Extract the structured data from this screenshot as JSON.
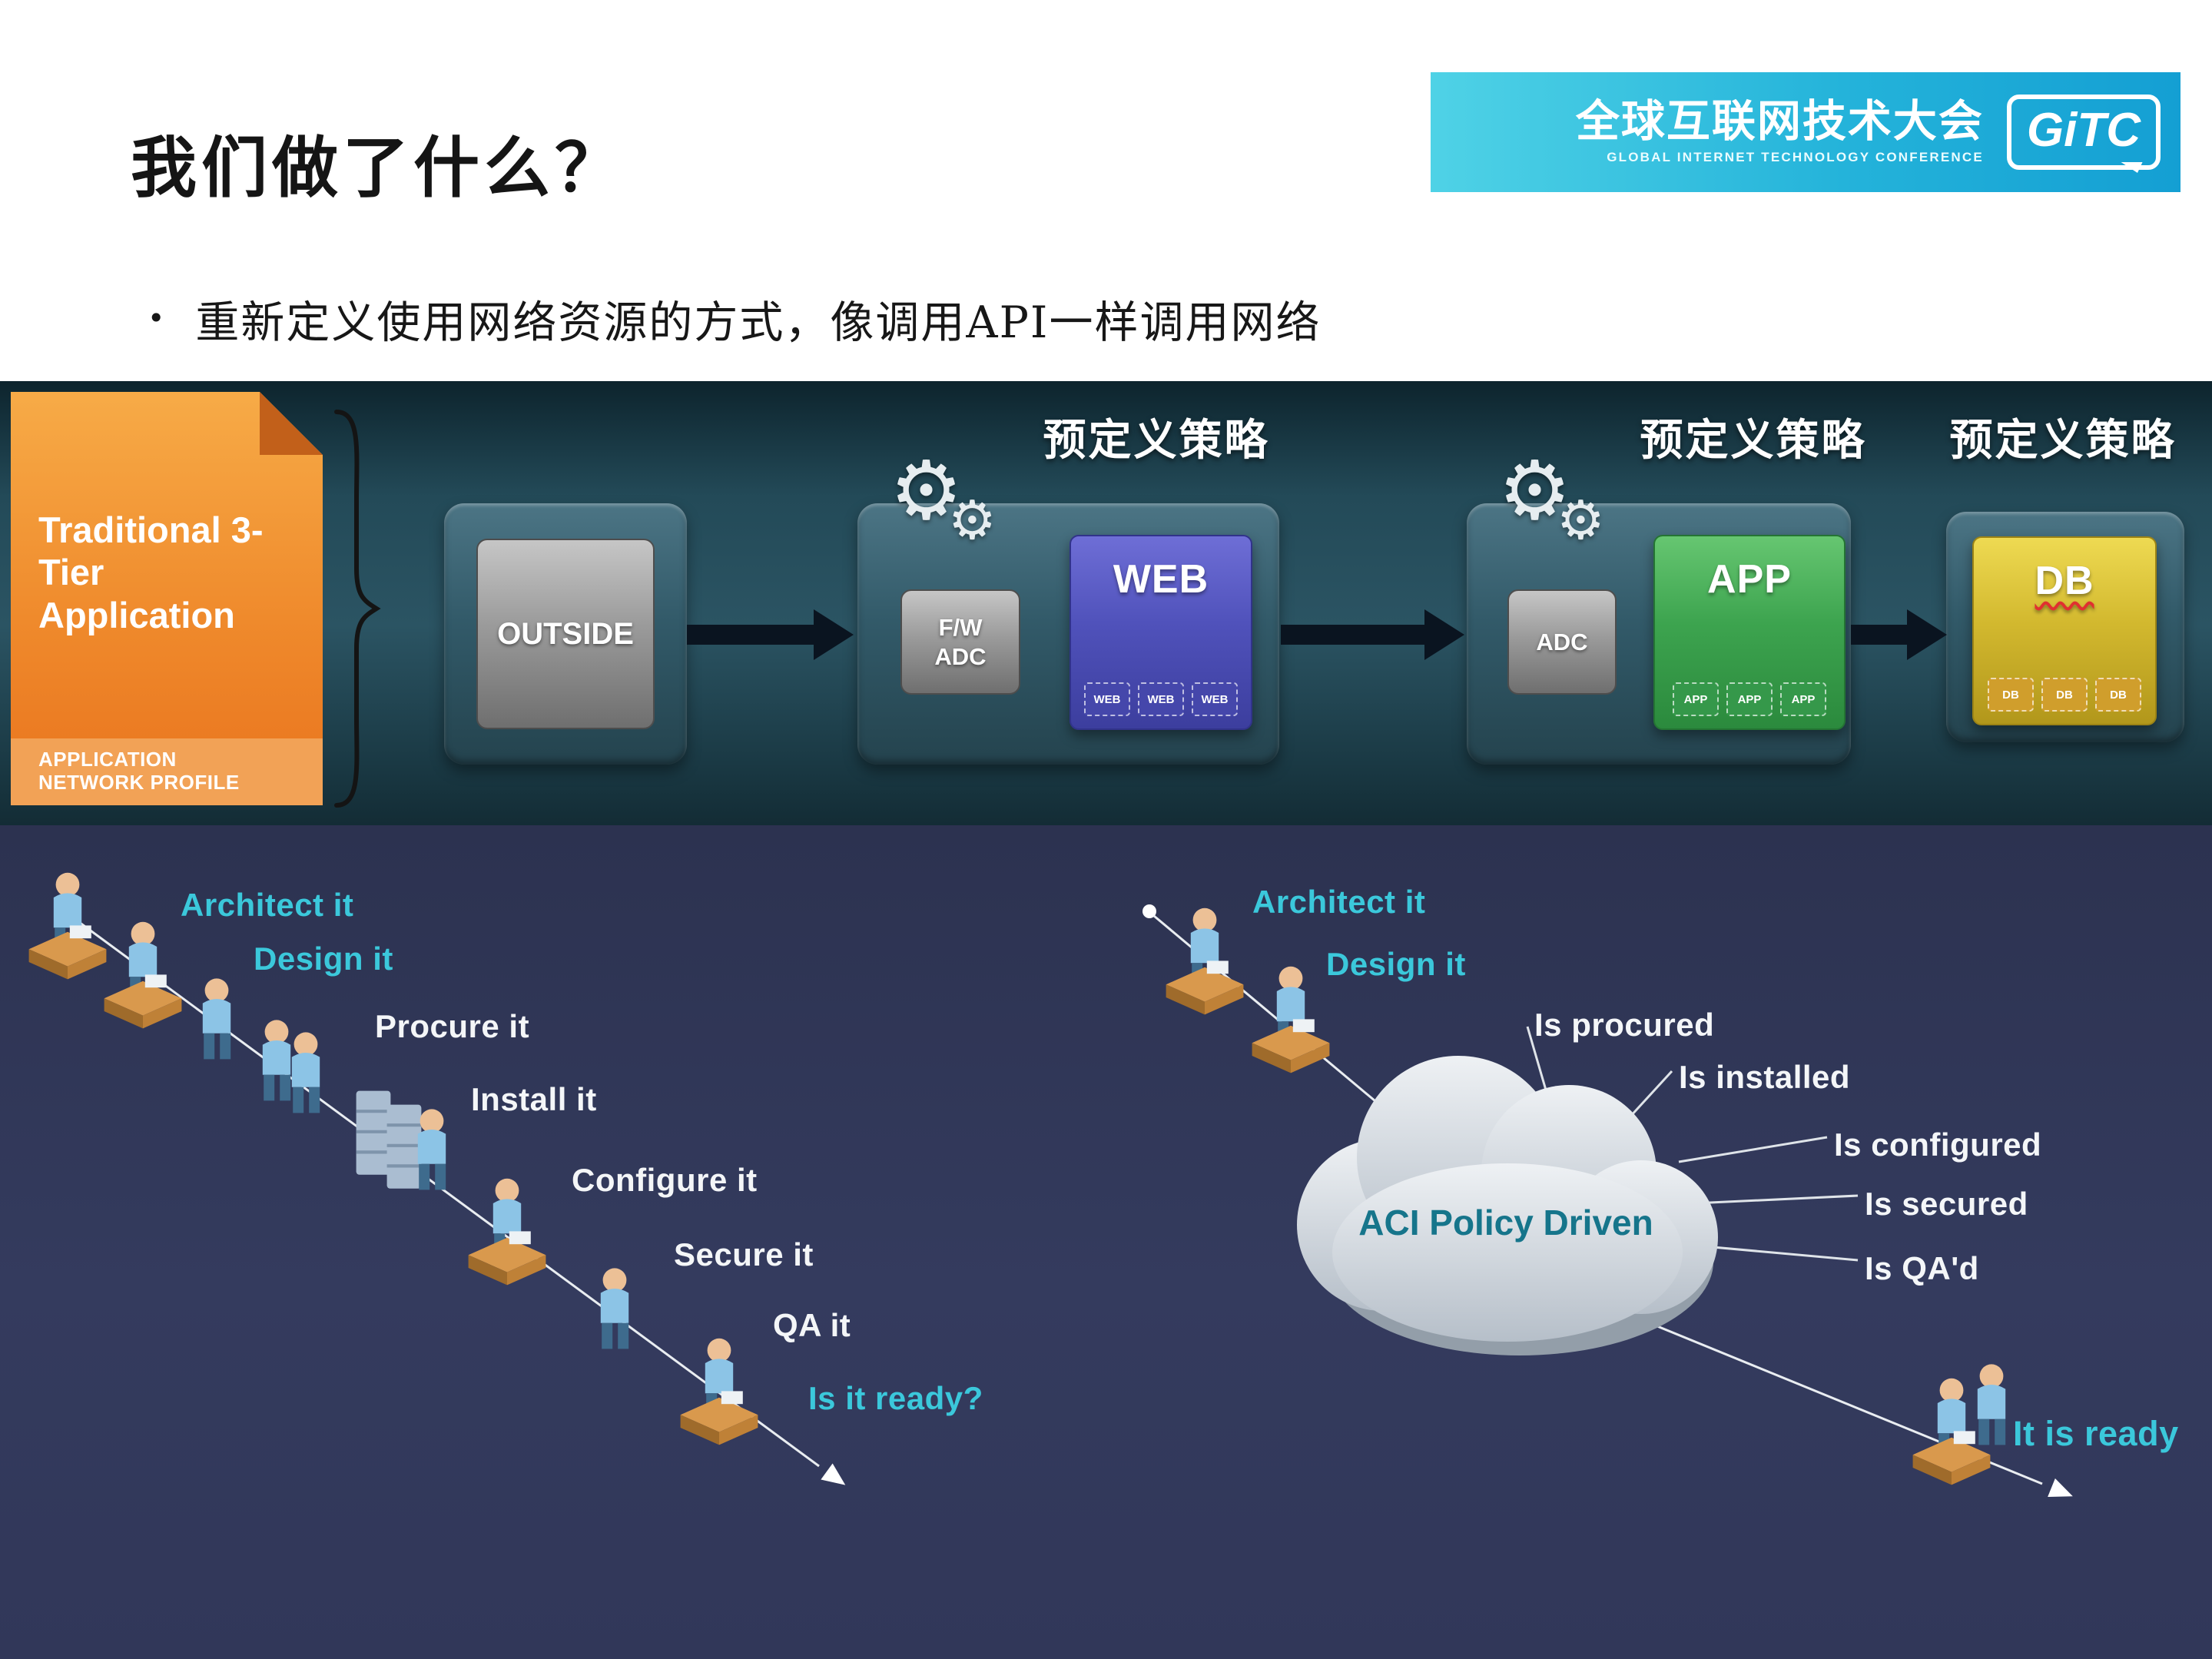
{
  "slide": {
    "title": "我们做了什么？",
    "bullet_marker": "•",
    "bullet": "重新定义使用网络资源的方式，像调用API一样调用网络"
  },
  "banner": {
    "title": "全球互联网技术大会",
    "subtitle": "GLOBAL INTERNET TECHNOLOGY CONFERENCE",
    "logo_text": "GiTC"
  },
  "flow": {
    "policy_label": "预定义策略",
    "source_card": {
      "title": "Traditional 3-Tier Application",
      "footer": "APPLICATION NETWORK PROFILE"
    },
    "outside_label": "OUTSIDE",
    "fw_adc_label": "F/W\nADC",
    "adc_label": "ADC",
    "web_tier": {
      "label": "WEB",
      "sub_labels": [
        "WEB",
        "WEB",
        "WEB"
      ]
    },
    "app_tier": {
      "label": "APP",
      "sub_labels": [
        "APP",
        "APP",
        "APP"
      ]
    },
    "db_tier": {
      "label": "DB",
      "sub_labels": [
        "DB",
        "DB",
        "DB"
      ]
    }
  },
  "manual_process": {
    "steps": [
      "Architect it",
      "Design it",
      "Procure it",
      "Install it",
      "Configure it",
      "Secure it",
      "QA it",
      "Is it ready?"
    ]
  },
  "aci_process": {
    "steps": [
      "Architect it",
      "Design it"
    ],
    "cloud_label": "ACI Policy Driven",
    "outcomes": [
      "Is procured",
      "Is installed",
      "Is configured",
      "Is secured",
      "Is QA'd"
    ],
    "final_label": "It is ready"
  },
  "colors": {
    "banner_gradient_start": "#4fd2e6",
    "banner_gradient_end": "#149fd3",
    "cyan_accent": "#3bc8db",
    "cloud_text": "#16758b",
    "web_purple": "#5052bb",
    "app_green": "#3da44f",
    "db_yellow": "#d3b92f",
    "card_orange": "#ef8a2c",
    "band_teal": "#2b5463",
    "bottom_navy": "#343b5e"
  }
}
